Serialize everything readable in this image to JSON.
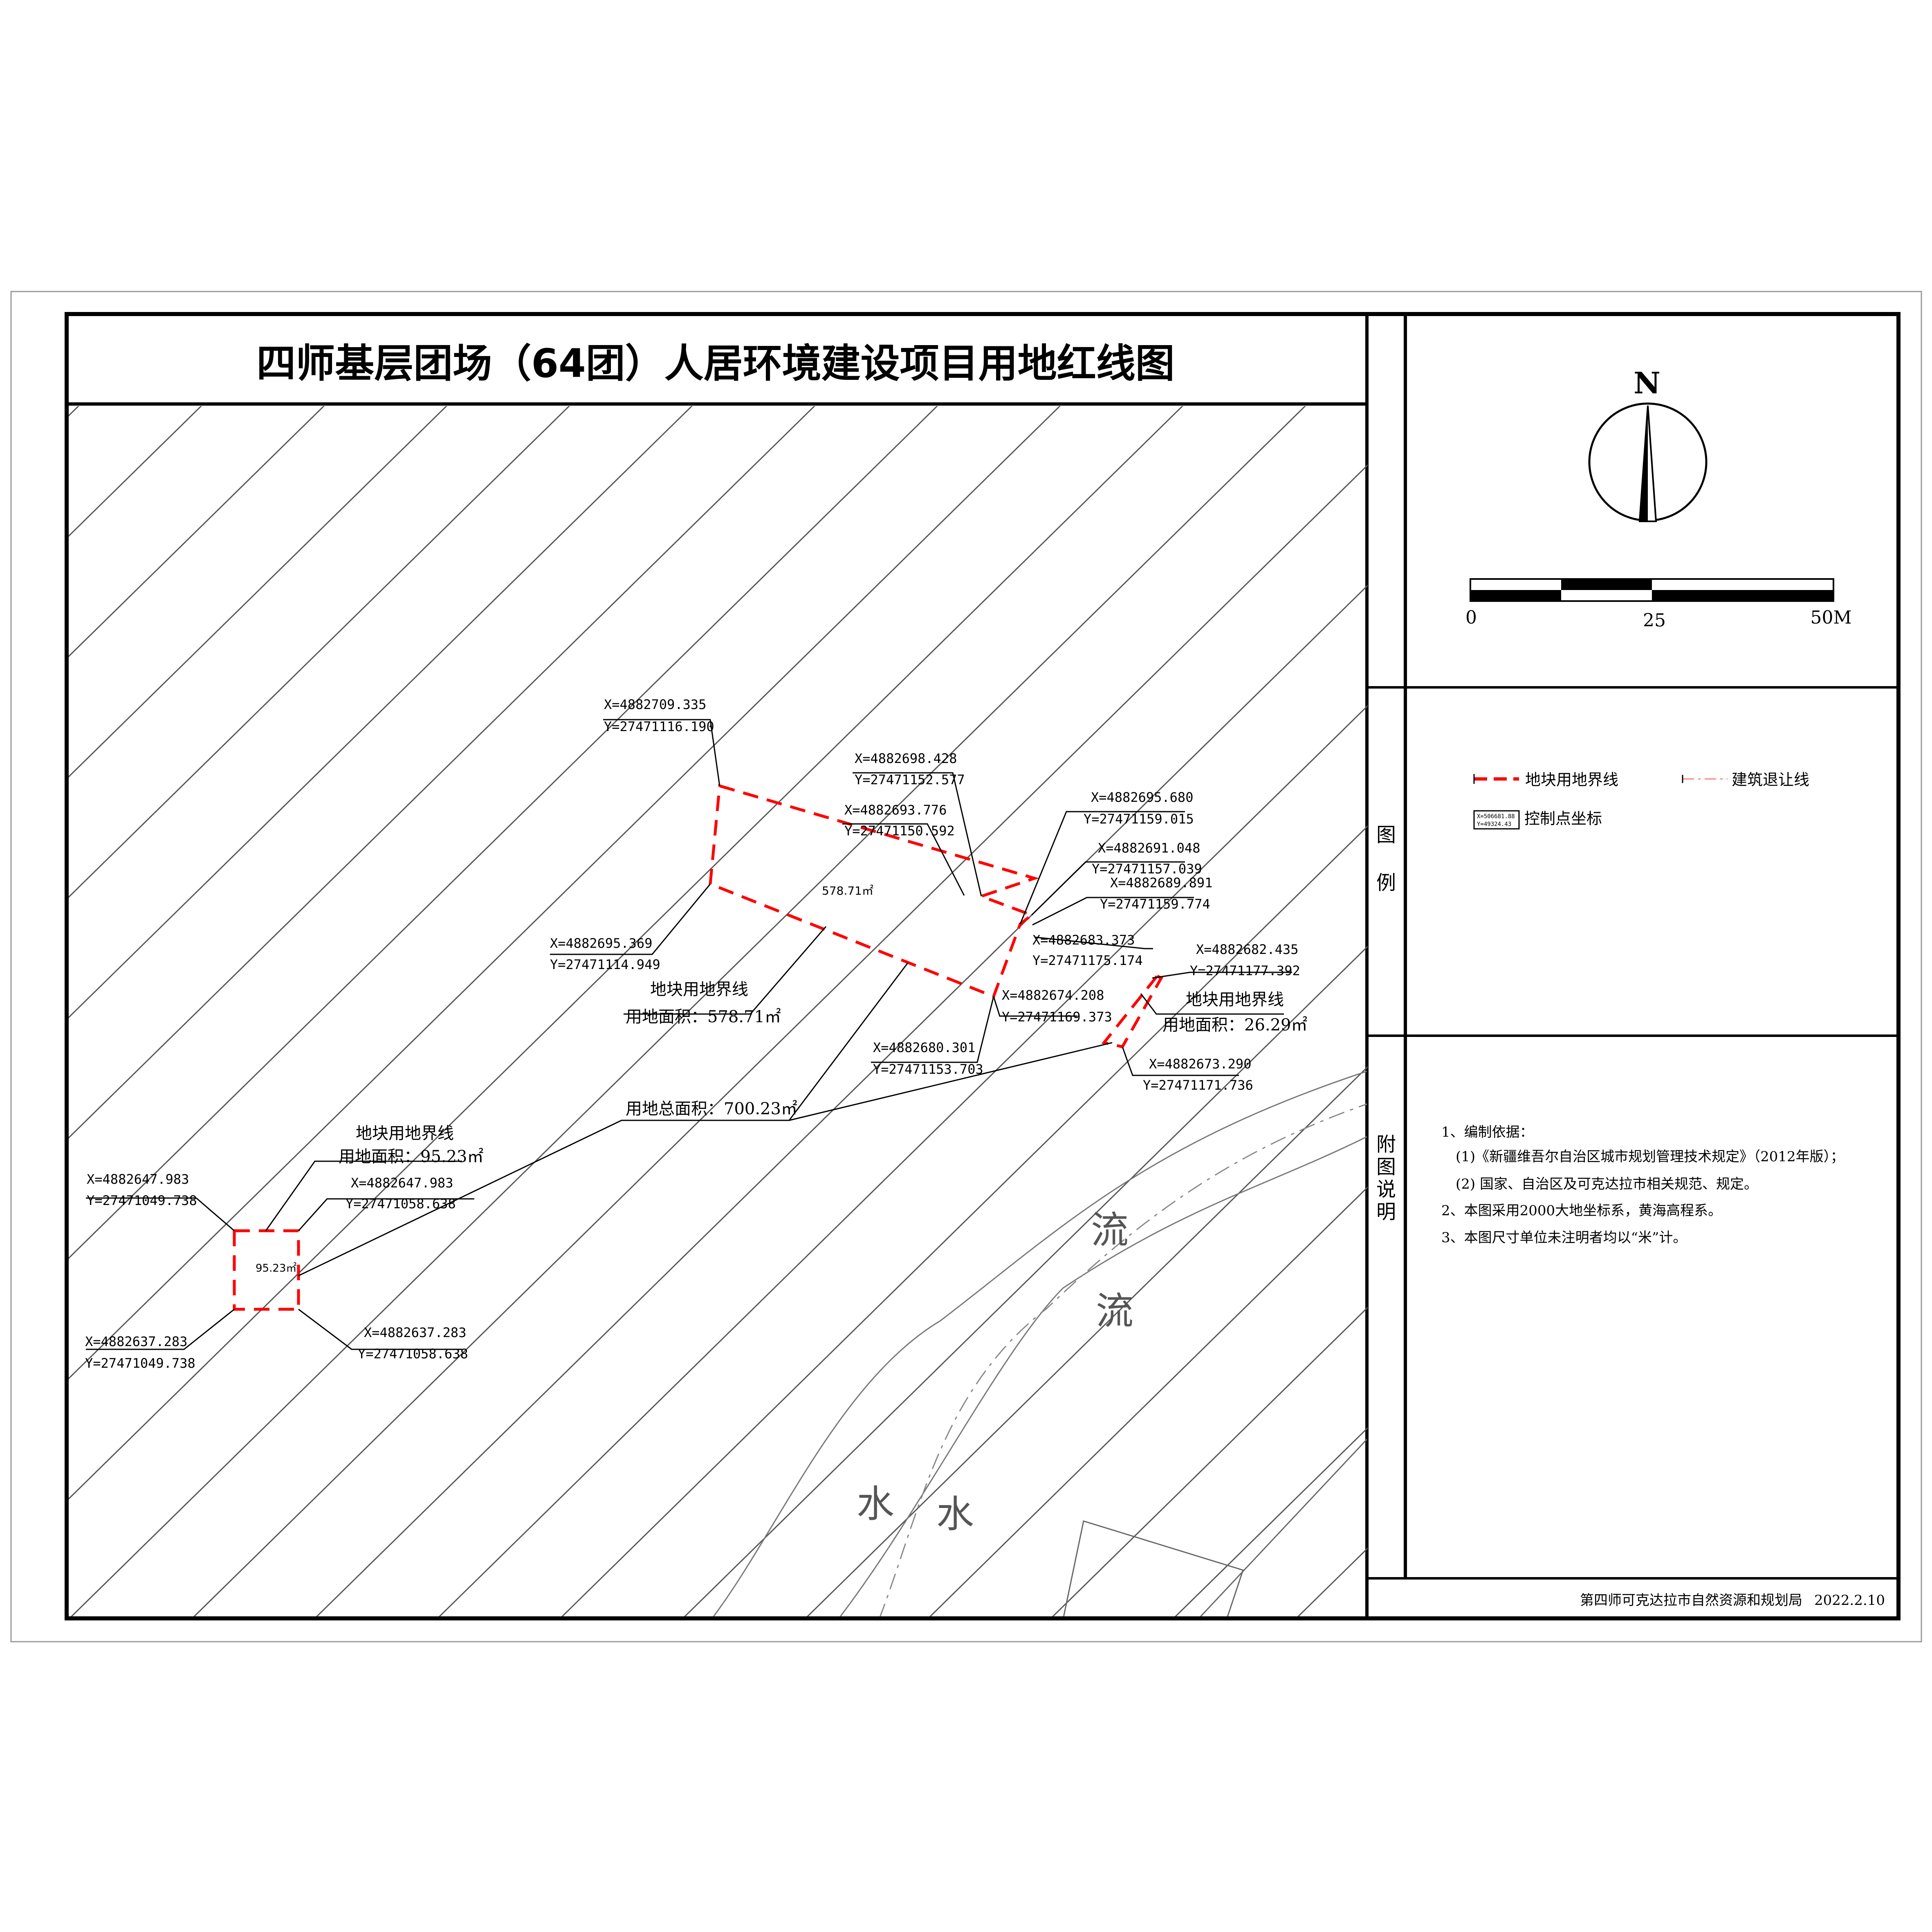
{
  "title": "四师基层团场（64团）人居环境建设项目用地红线图",
  "north_arrow": {
    "label": "N",
    "icon": "north-arrow-icon"
  },
  "scale_bar": {
    "labels": [
      "0",
      "25",
      "50M"
    ]
  },
  "legend": {
    "heading_chars": [
      "图",
      "例"
    ],
    "items": [
      {
        "name": "boundary",
        "label": "地块用地界线",
        "color": "#ff0000",
        "style": "dashed"
      },
      {
        "name": "setback",
        "label": "建筑退让线",
        "color": "#ff8080",
        "style": "dash-dot"
      },
      {
        "name": "control-point",
        "label": "控制点坐标",
        "sample": [
          "X=506681.88",
          "Y=49324.43"
        ]
      }
    ]
  },
  "notes": {
    "heading_chars": [
      "附",
      "图",
      "说",
      "明"
    ],
    "lines": [
      "1、编制依据：",
      "(1)《新疆维吾尔自治区城市规划管理技术规定》（2012年版）；",
      "(2) 国家、自治区及可克达拉市相关规范、规定。",
      "2、本图采用2000大地坐标系，黄海高程系。",
      "3、本图尺寸单位未注明者均以“米”计。"
    ]
  },
  "footer": {
    "org": "第四师可克达拉市自然资源和规划局",
    "date": "2022.2.10"
  },
  "map": {
    "parcels": [
      {
        "area_inner": "578.71㎡",
        "label": "地块用地界线",
        "area_label": "用地面积：578.71㎡"
      },
      {
        "area_inner": "",
        "label": "地块用地界线",
        "area_label": "用地面积：26.29㎡"
      },
      {
        "area_inner": "95.23㎡",
        "label": "地块用地界线",
        "area_label": "用地面积：95.23㎡"
      }
    ],
    "total_area": "用地总面积：700.23㎡",
    "coords": [
      {
        "x": "X=4882709.335",
        "y": "Y=27471116.190"
      },
      {
        "x": "X=4882698.428",
        "y": "Y=27471152.577"
      },
      {
        "x": "X=4882693.776",
        "y": "Y=27471150.592"
      },
      {
        "x": "X=4882695.680",
        "y": "Y=27471159.015"
      },
      {
        "x": "X=4882691.048",
        "y": "Y=27471157.039"
      },
      {
        "x": "X=4882689.891",
        "y": "Y=27471159.774"
      },
      {
        "x": "X=4882695.369",
        "y": "Y=27471114.949"
      },
      {
        "x": "X=4882683.373",
        "y": "Y=27471175.174"
      },
      {
        "x": "X=4882682.435",
        "y": "Y=27471177.392"
      },
      {
        "x": "X=4882674.208",
        "y": "Y=27471169.373"
      },
      {
        "x": "X=4882680.301",
        "y": "Y=27471153.703"
      },
      {
        "x": "X=4882673.290",
        "y": "Y=27471171.736"
      },
      {
        "x": "X=4882647.983",
        "y": "Y=27471049.738"
      },
      {
        "x": "X=4882647.983",
        "y": "Y=27471058.638"
      },
      {
        "x": "X=4882637.283",
        "y": "Y=27471049.738"
      },
      {
        "x": "X=4882637.283",
        "y": "Y=27471058.638"
      }
    ],
    "river_labels": [
      "流",
      "流",
      "水",
      "水"
    ]
  }
}
